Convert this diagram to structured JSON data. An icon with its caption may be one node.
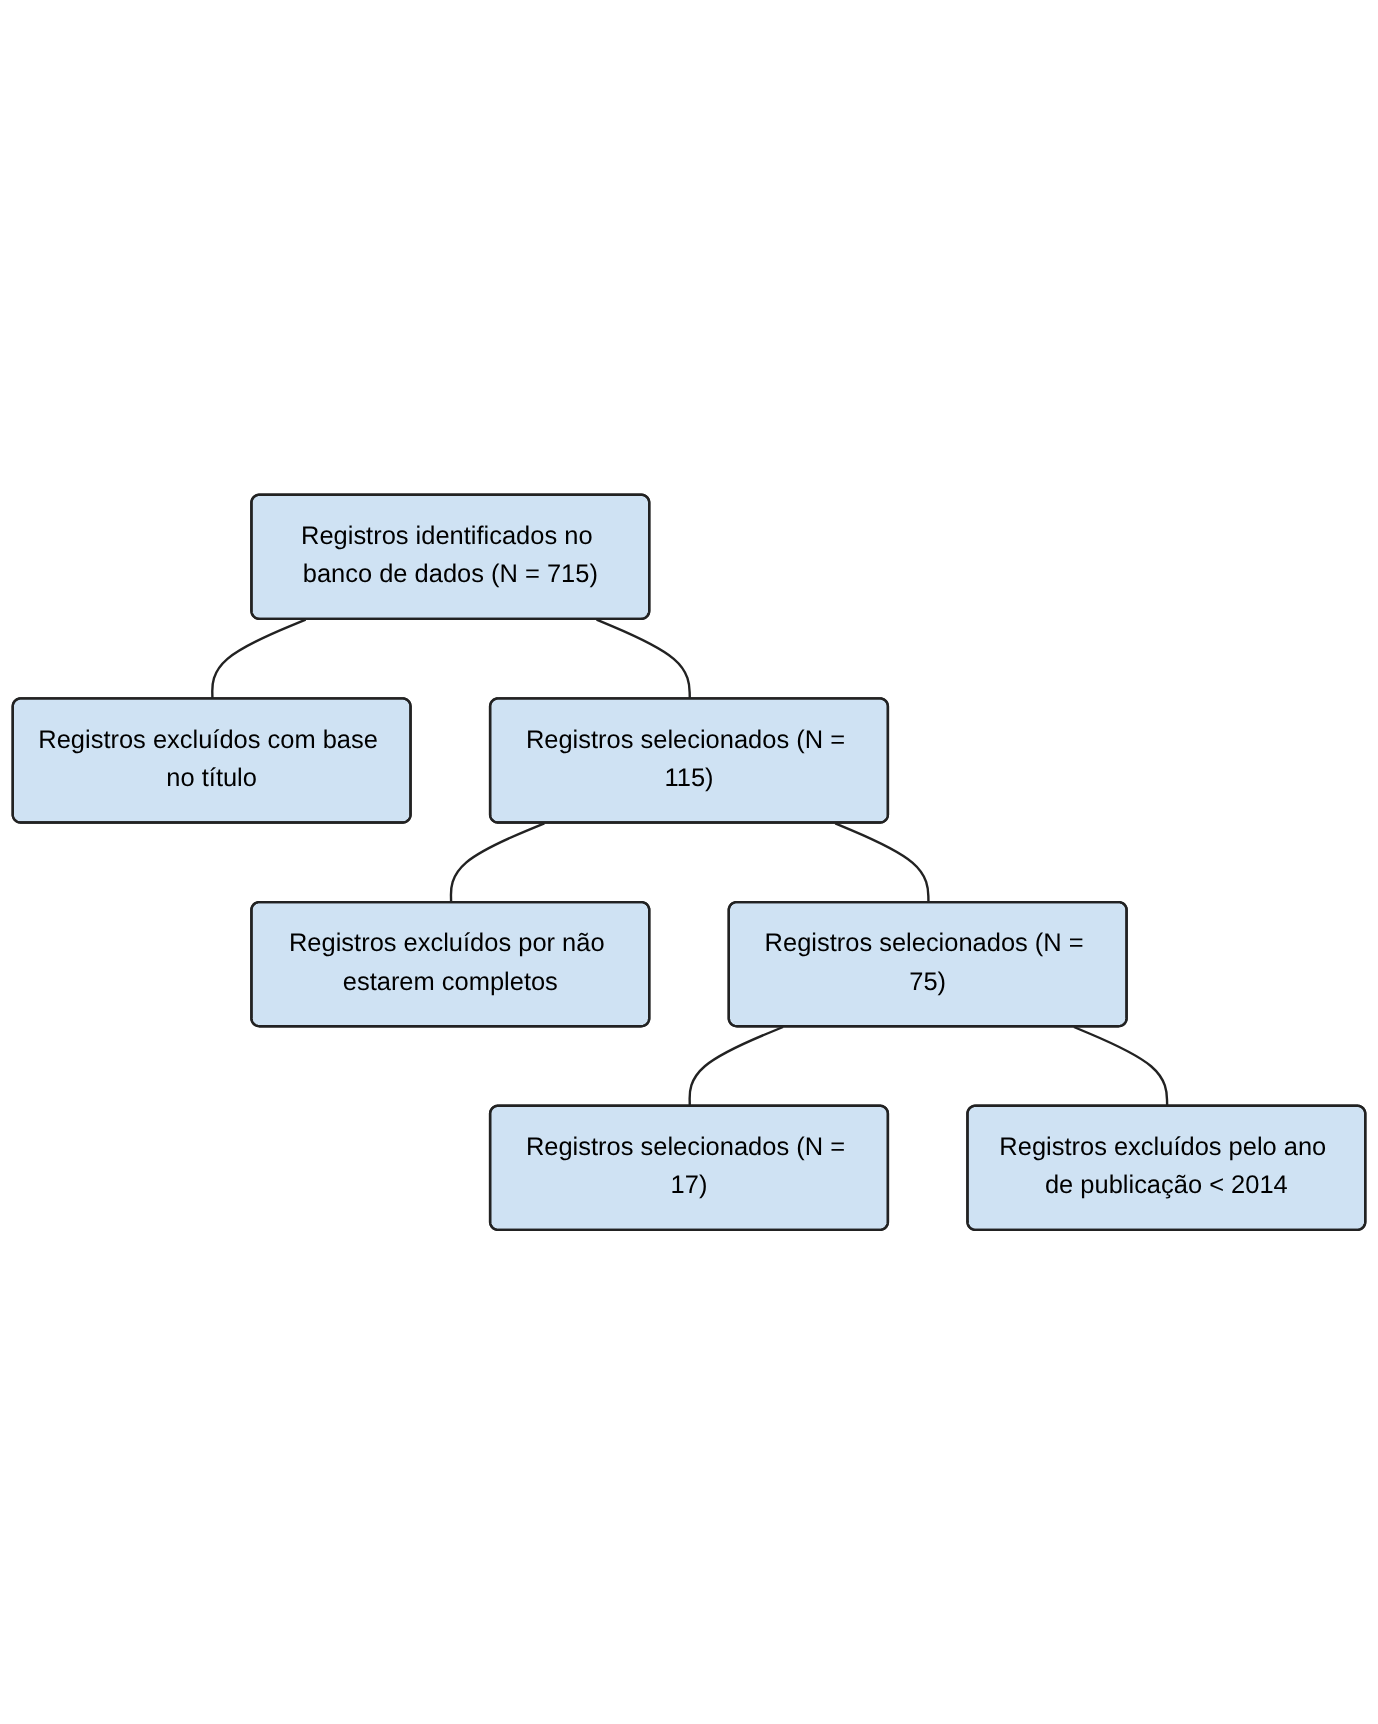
{
  "diagram": {
    "nodes": [
      {
        "text": [
          "Registros identificados no banco de dados (N = 715)"
        ]
      },
      {
        "text": [
          "Registros excluídos com base no título"
        ]
      },
      {
        "text": [
          "Registros selecionados (N = 115)"
        ]
      },
      {
        "text": [
          "Registros excluídos por não estarem completos"
        ]
      },
      {
        "text": [
          "Registros selecionados (N = 75)"
        ]
      },
      {
        "text": [
          "Registros excluídos pelo ano de publicação < 2014"
        ]
      },
      {
        "text": [
          "Registros selecionados (N = 17)"
        ]
      }
    ],
    "edges": [
      {
        "from": 0,
        "to": 2,
        "arrow": "none"
      },
      {
        "from": 0,
        "to": 1,
        "arrow": "none"
      },
      {
        "from": 2,
        "to": 4,
        "arrow": "none"
      },
      {
        "from": 2,
        "to": 3,
        "arrow": "none"
      },
      {
        "from": 4,
        "to": 6,
        "arrow": "none"
      },
      {
        "from": 4,
        "to": 5,
        "arrow": "none"
      }
    ]
  }
}
